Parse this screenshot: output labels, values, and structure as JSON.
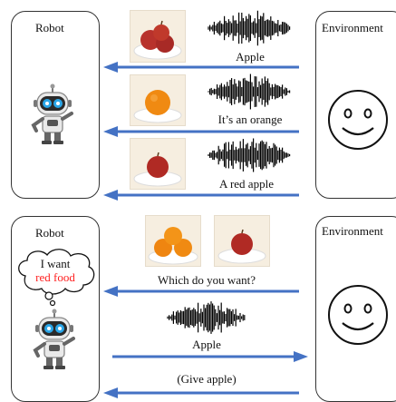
{
  "top": {
    "robot_title": "Robot",
    "env_title": "Environment",
    "captions": [
      "Apple",
      "It’s an orange",
      "A red apple"
    ]
  },
  "bottom": {
    "robot_title": "Robot",
    "env_title": "Environment",
    "thought_line1": "I want",
    "thought_line2": "red food",
    "question": "Which do you want?",
    "answer": "Apple",
    "action": "(Give apple)"
  },
  "colors": {
    "arrow": "#4472c4",
    "highlight": "#ff2020",
    "robot_eye": "#2aa6e8"
  }
}
